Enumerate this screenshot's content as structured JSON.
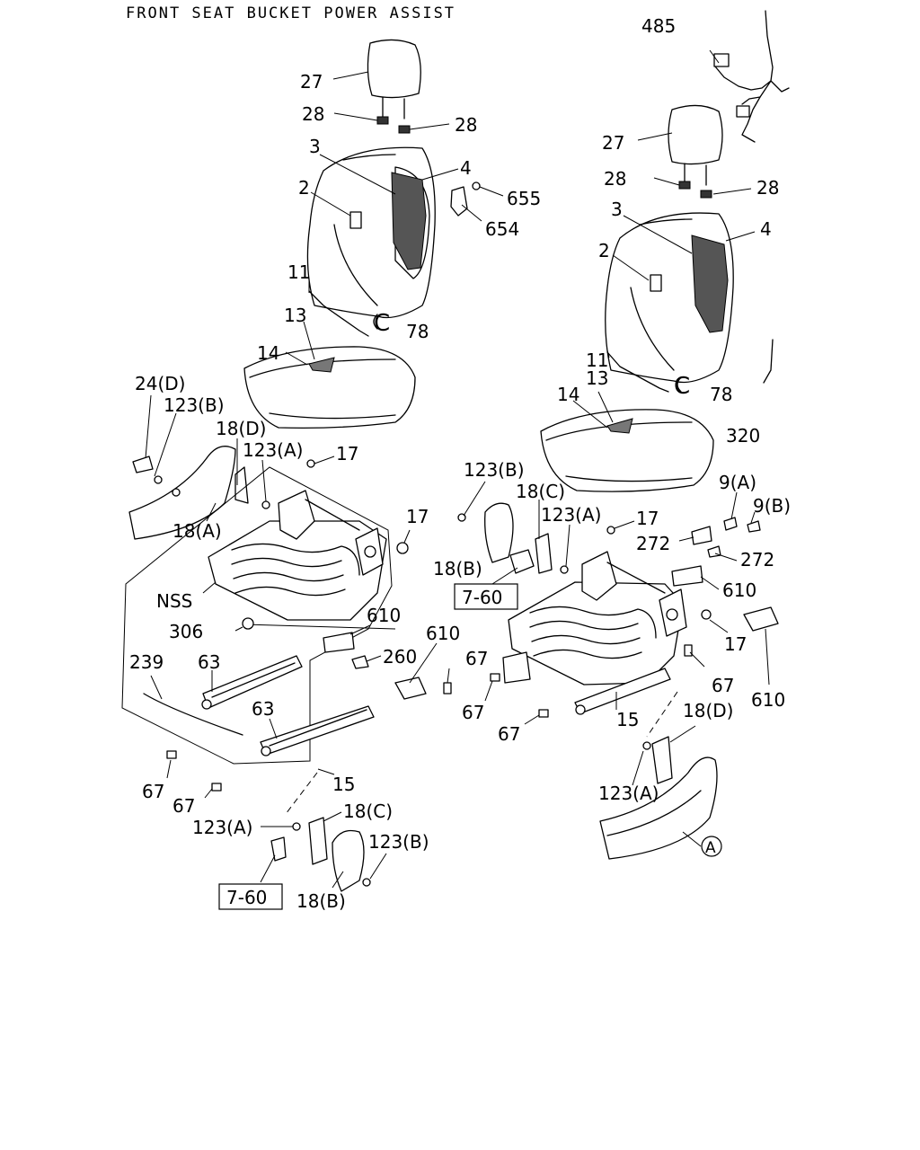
{
  "title": "FRONT SEAT BUCKET POWER ASSIST",
  "labels": {
    "l485": "485",
    "l27a": "27",
    "l28a": "28",
    "l28b": "28",
    "l3a": "3",
    "l4a": "4",
    "l2a": "2",
    "l655": "655",
    "l654": "654",
    "l11a": "11",
    "l78a": "78",
    "l13a": "13",
    "l14a": "14",
    "l24d": "24(D)",
    "l123ba": "123(B)",
    "l18d_a": "18(D)",
    "l123aa": "123(A)",
    "l17a": "17",
    "l17b": "17",
    "l18a": "18(A)",
    "lNSS": "NSS",
    "l306": "306",
    "l239": "239",
    "l63a": "63",
    "l63b": "63",
    "l610a": "610",
    "l610b": "610",
    "l260": "260",
    "l67a": "67",
    "l67b": "67",
    "l67c": "67",
    "l15a": "15",
    "l18c_a": "18(C)",
    "l123ab": "123(A)",
    "l123bb": "123(B)",
    "l18b_a": "18(B)",
    "l27b": "27",
    "l28c": "28",
    "l28d": "28",
    "l3b": "3",
    "l4b": "4",
    "l2b": "2",
    "l11b": "11",
    "l78b": "78",
    "l320": "320",
    "l13b": "13",
    "l14b": "14",
    "l123bc": "123(B)",
    "l18c_b": "18(C)",
    "l123ac": "123(A)",
    "l17c": "17",
    "l9a": "9(A)",
    "l9b": "9(B)",
    "l272a": "272",
    "l272b": "272",
    "l18b_b": "18(B)",
    "l610c": "610",
    "l17d": "17",
    "l67d": "67",
    "l67e": "67",
    "l67f": "67",
    "l610d": "610",
    "l15b": "15",
    "l18d_b": "18(D)",
    "l123ad": "123(A)",
    "circleA": "A"
  },
  "refs": {
    "ref760a": "7-60",
    "ref760b": "7-60"
  }
}
